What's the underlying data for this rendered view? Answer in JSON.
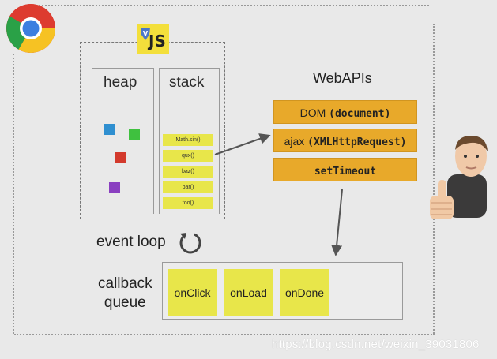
{
  "engine": {
    "js_logo_text": "JS",
    "heap_title": "heap",
    "stack_title": "stack",
    "stack_frames": [
      "Math.sin()",
      "qux()",
      "baz()",
      "bar()",
      "foo()"
    ]
  },
  "heap_objects": [
    {
      "color": "#2f8fd0"
    },
    {
      "color": "#3fc13f"
    },
    {
      "color": "#d33a2c"
    },
    {
      "color": "#8a3fc0"
    }
  ],
  "webapis": {
    "title": "WebAPIs",
    "items": [
      {
        "prefix": "DOM ",
        "code": "(document)"
      },
      {
        "prefix": "ajax ",
        "code": "(XMLHttpRequest)"
      },
      {
        "prefix": "",
        "code": "setTimeout"
      }
    ]
  },
  "event_loop": {
    "label": "event loop"
  },
  "callback_queue": {
    "label_line1": "callback",
    "label_line2": "queue",
    "items": [
      "onClick",
      "onLoad",
      "onDone"
    ]
  },
  "watermark": "https://blog.csdn.net/weixin_39031806",
  "colors": {
    "api_orange": "#e8a92a",
    "callback_yellow": "#e8e64a",
    "js_yellow": "#f3df3b"
  }
}
